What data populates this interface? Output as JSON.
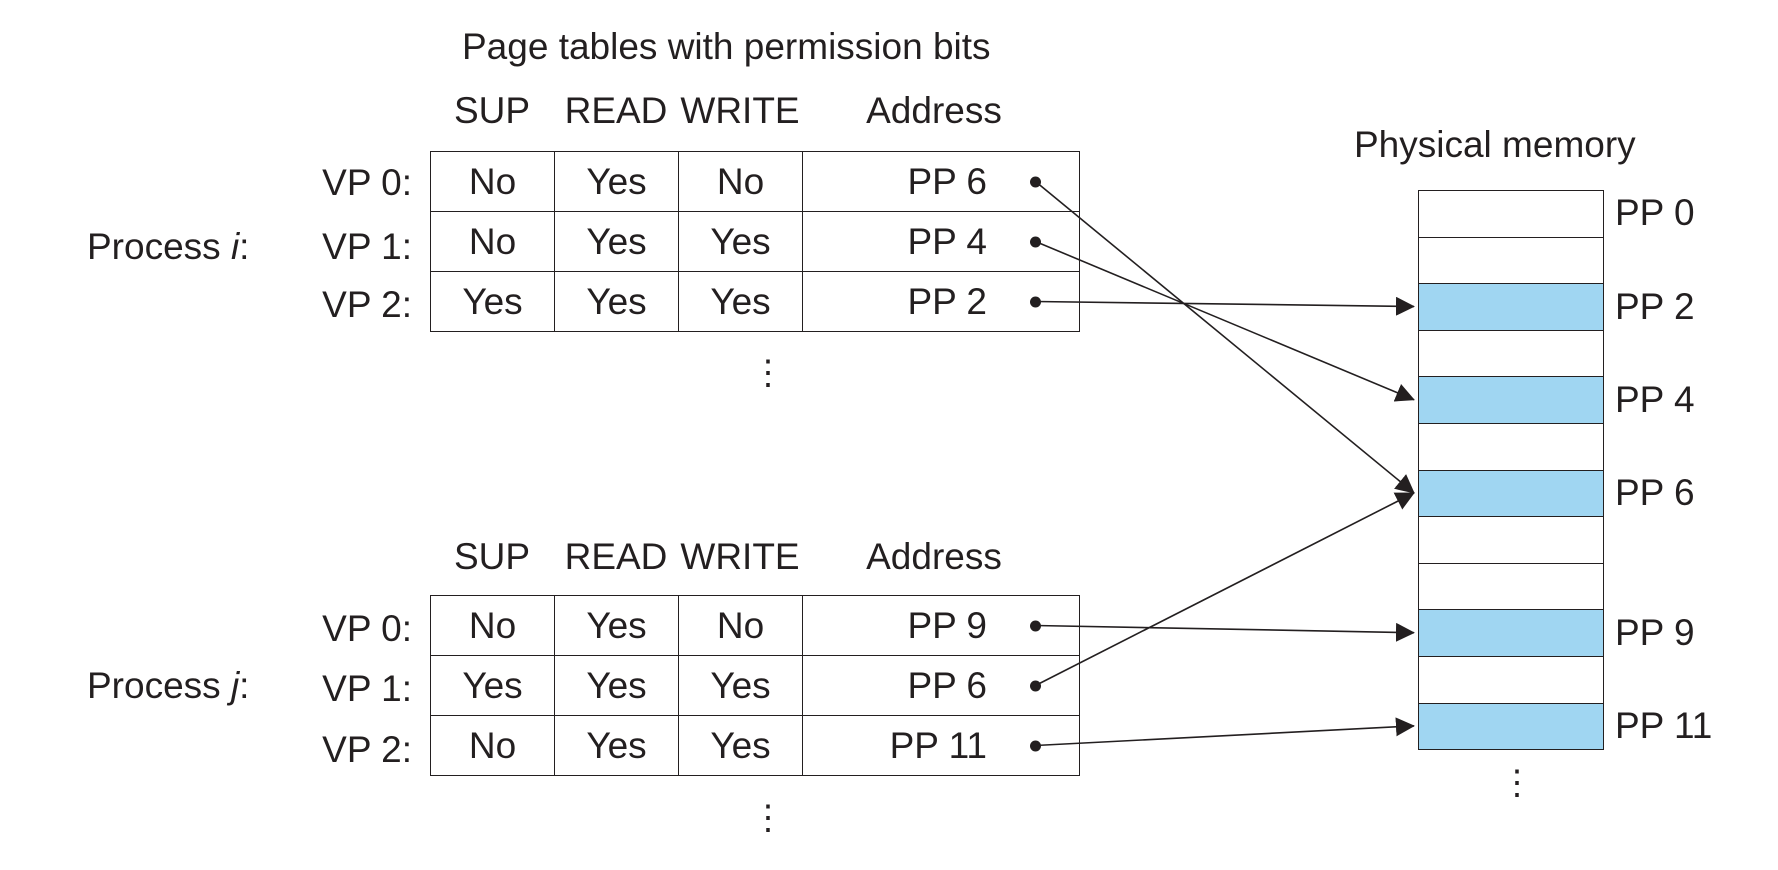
{
  "title": "Page tables with permission bits",
  "physical_memory": {
    "title": "Physical memory",
    "slots": [
      {
        "label": "PP 0",
        "used": false
      },
      {
        "label": "",
        "used": false
      },
      {
        "label": "PP 2",
        "used": true
      },
      {
        "label": "",
        "used": false
      },
      {
        "label": "PP 4",
        "used": true
      },
      {
        "label": "",
        "used": false
      },
      {
        "label": "PP 6",
        "used": true
      },
      {
        "label": "",
        "used": false
      },
      {
        "label": "",
        "used": false
      },
      {
        "label": "PP 9",
        "used": true
      },
      {
        "label": "",
        "used": false
      },
      {
        "label": "PP 11",
        "used": true
      }
    ],
    "ellipsis": "⋮"
  },
  "columns": [
    "SUP",
    "READ",
    "WRITE",
    "Address"
  ],
  "processes": [
    {
      "label_prefix": "Process ",
      "label_var": "i",
      "label_suffix": ":",
      "rows": [
        {
          "vp": "VP 0:",
          "sup": "No",
          "read": "Yes",
          "write": "No",
          "address": "PP 6",
          "target": 6
        },
        {
          "vp": "VP 1:",
          "sup": "No",
          "read": "Yes",
          "write": "Yes",
          "address": "PP 4",
          "target": 4
        },
        {
          "vp": "VP 2:",
          "sup": "Yes",
          "read": "Yes",
          "write": "Yes",
          "address": "PP 2",
          "target": 2
        }
      ],
      "ellipsis": "⋮"
    },
    {
      "label_prefix": "Process ",
      "label_var": "j",
      "label_suffix": ":",
      "rows": [
        {
          "vp": "VP 0:",
          "sup": "No",
          "read": "Yes",
          "write": "No",
          "address": "PP 9",
          "target": 9
        },
        {
          "vp": "VP 1:",
          "sup": "Yes",
          "read": "Yes",
          "write": "Yes",
          "address": "PP 6",
          "target": 6
        },
        {
          "vp": "VP 2:",
          "sup": "No",
          "read": "Yes",
          "write": "Yes",
          "address": "PP 11",
          "target": 11
        }
      ],
      "ellipsis": "⋮"
    }
  ]
}
